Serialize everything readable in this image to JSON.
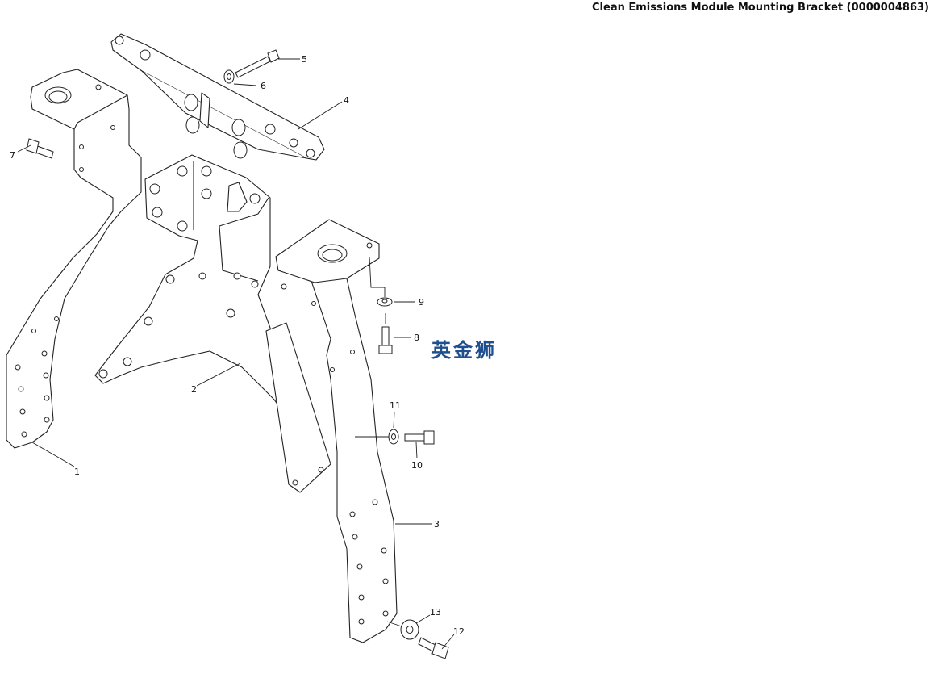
{
  "title": "Clean Emissions Module Mounting Bracket (0000004863)",
  "watermark": "英金狮",
  "callouts": [
    {
      "id": "1",
      "label": "1"
    },
    {
      "id": "2",
      "label": "2"
    },
    {
      "id": "3",
      "label": "3"
    },
    {
      "id": "4",
      "label": "4"
    },
    {
      "id": "5",
      "label": "5"
    },
    {
      "id": "6",
      "label": "6"
    },
    {
      "id": "7",
      "label": "7"
    },
    {
      "id": "8",
      "label": "8"
    },
    {
      "id": "9",
      "label": "9"
    },
    {
      "id": "10",
      "label": "10"
    },
    {
      "id": "11",
      "label": "11"
    },
    {
      "id": "12",
      "label": "12"
    },
    {
      "id": "13",
      "label": "13"
    }
  ]
}
